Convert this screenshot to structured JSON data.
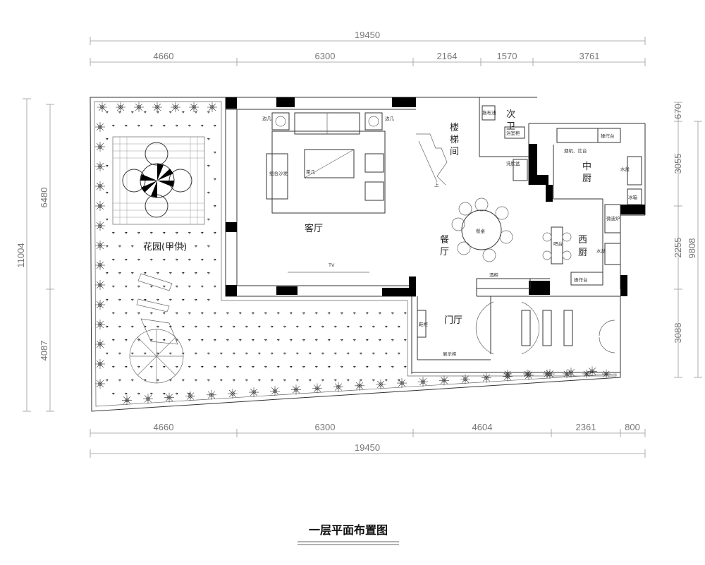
{
  "title": "一层平面布置图",
  "dimensions": {
    "top_total": "19450",
    "top_segments": [
      "4660",
      "6300",
      "2164",
      "1570",
      "3761"
    ],
    "bottom_total": "19450",
    "bottom_segments": [
      "4660",
      "6300",
      "4604",
      "2361",
      "800"
    ],
    "left_total": "11004",
    "left_segments": [
      "6480",
      "4087"
    ],
    "right_total": "9808",
    "right_segments": [
      "670",
      "3055",
      "2255",
      "3088"
    ]
  },
  "rooms": {
    "garden": "花园(甲供)",
    "living_room": "客厅",
    "stair_line1": "楼",
    "stair_line2": "梯",
    "stair_line3": "间",
    "stair_up": "上",
    "secondary_bath_line1": "次",
    "secondary_bath_line2": "卫",
    "chinese_kitchen_line1": "中",
    "chinese_kitchen_line2": "厨",
    "dining_line1": "餐",
    "dining_line2": "厅",
    "western_kitchen_line1": "西",
    "western_kitchen_line2": "厨",
    "entrance": "门厅"
  },
  "furniture": {
    "side_table_left": "边几",
    "side_table_right": "边几",
    "combo_sofa": "组合沙发",
    "tea_table": "茶几",
    "tv": "TV",
    "dining_table": "餐桌",
    "bar_counter": "吧台",
    "oven_microwave": "微波炉",
    "sink_west": "水盆",
    "work_counter_west": "操作台",
    "hood_stove": "烟机、灶台",
    "work_counter_top": "操作台",
    "sink_kitchen": "水盆",
    "fridge": "冰箱",
    "wash_basin": "洗脸盆",
    "mop_pool": "拖布池",
    "shoe_cabinet": "鞋柜",
    "display_cabinet": "展示柜",
    "wine_cabinet": "酒柜",
    "bath_cabinet": "浴室柜"
  }
}
